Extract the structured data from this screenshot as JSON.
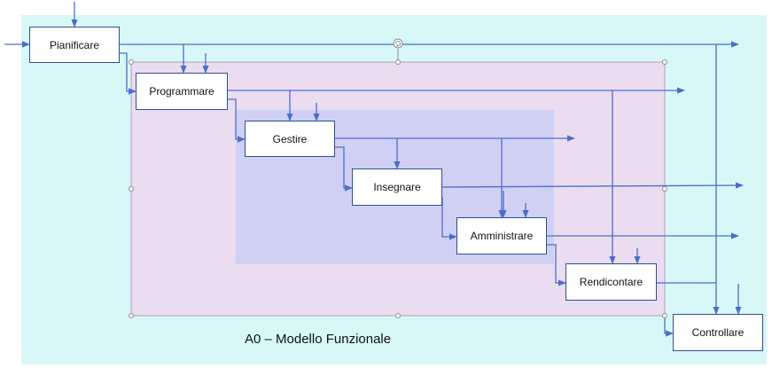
{
  "diagram": {
    "boxes": {
      "pianificare": "Pianificare",
      "programmare": "Programmare",
      "gestire": "Gestire",
      "insegnare": "Insegnare",
      "amministrare": "Amministrare",
      "rendicontare": "Rendicontare",
      "controllare": "Controllare"
    },
    "caption": "A0 – Modello Funzionale"
  },
  "colors": {
    "outer_fill": "#d8f8f8",
    "middle_fill": "#ecdcf0",
    "inner_fill": "#d0d0f4",
    "arrow": "#4a6fc8",
    "box_border": "#2f4f8f"
  },
  "icons": {
    "rotate_handle": "rotate-handle-icon"
  }
}
